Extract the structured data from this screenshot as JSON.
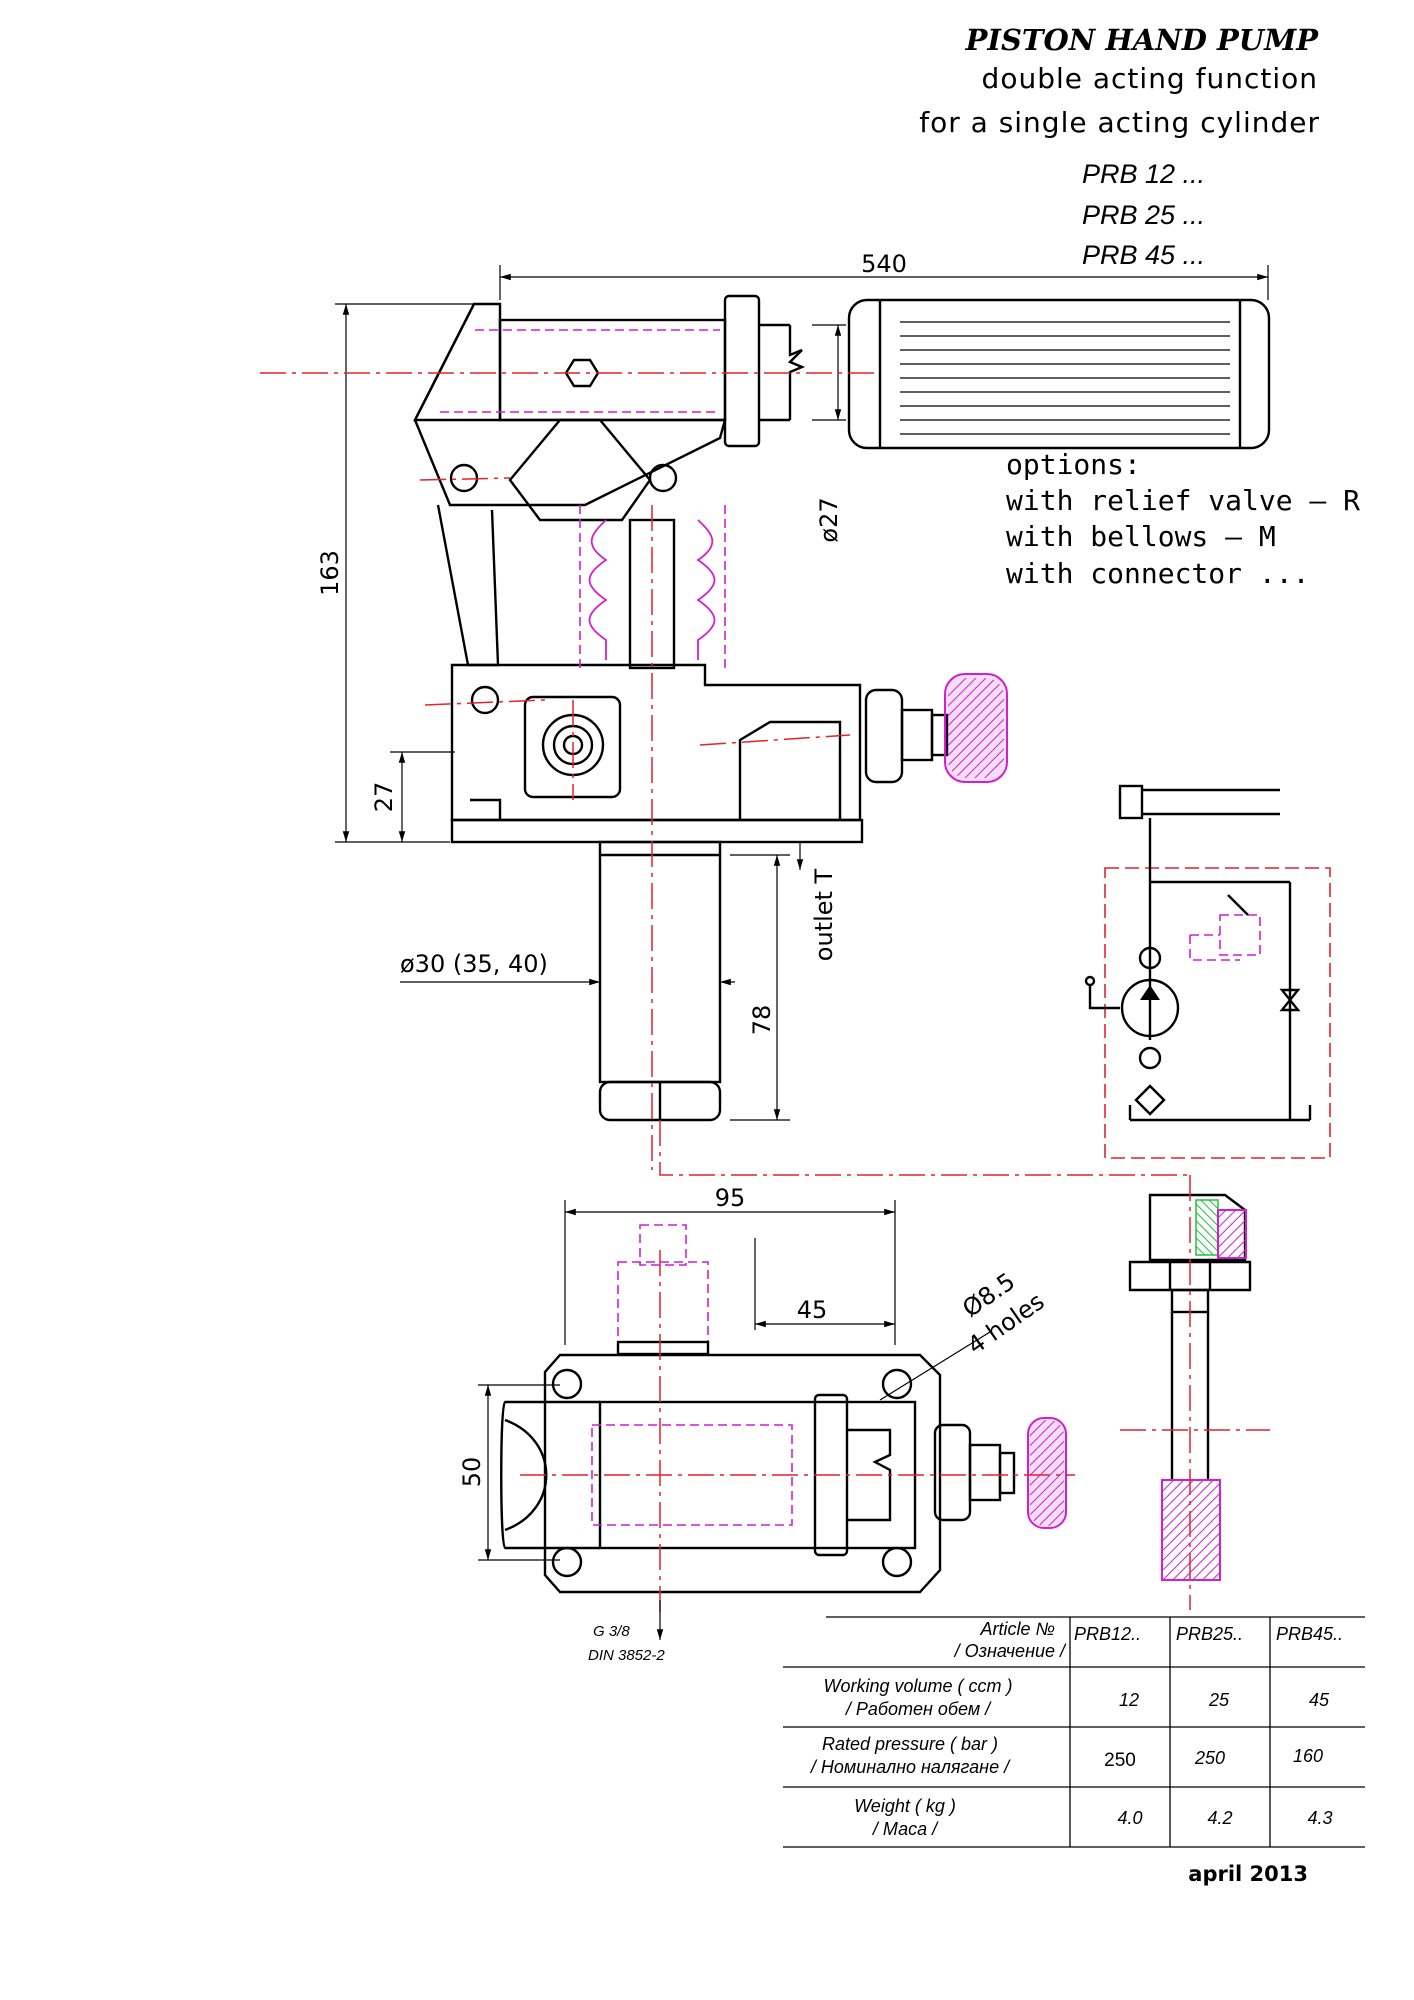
{
  "header": {
    "title": "PISTON HAND PUMP",
    "subtitle_1": "double acting function",
    "subtitle_2": "for a single acting cylinder",
    "models": [
      "PRB 12 ...",
      "PRB 25 ...",
      "PRB 45 ..."
    ]
  },
  "dimensions": {
    "length": "540",
    "height": "163",
    "base_height": "27",
    "handle_diameter": "ø27",
    "plunger_diameter": "ø30 (35, 40)",
    "plunger_length": "78",
    "outlet": "outlet T",
    "width_95": "95",
    "width_45": "45",
    "width_50": "50",
    "holes_diameter": "Ø8.5",
    "holes_count": "4 holes",
    "port_thread": "G 3/8",
    "port_standard": "DIN 3852-2"
  },
  "options": {
    "title": "options:",
    "items": [
      "with relief valve — R",
      "with bellows — M",
      "with connector ..."
    ]
  },
  "spec_table": {
    "header_label": "Article №",
    "header_label_bg": "/ Означение /",
    "columns": [
      "PRB12..",
      "PRB25..",
      "PRB45.."
    ],
    "rows": [
      {
        "label": "Working volume ( ccm )",
        "label_bg": "/ Работен обем /",
        "values": [
          "12",
          "25",
          "45"
        ]
      },
      {
        "label": "Rated pressure ( bar )",
        "label_bg": "/ Номинално налягане /",
        "values": [
          "250",
          "250",
          "160"
        ]
      },
      {
        "label": "Weight ( kg )",
        "label_bg": "/ Маса /",
        "values": [
          "4.0",
          "4.2",
          "4.3"
        ]
      }
    ]
  },
  "footer": {
    "date": "april  2013"
  },
  "colors": {
    "centerline": "#e0242a",
    "hidden_option": "#d01fd0",
    "seal_hatch": "#22c33a",
    "line": "#000000"
  }
}
